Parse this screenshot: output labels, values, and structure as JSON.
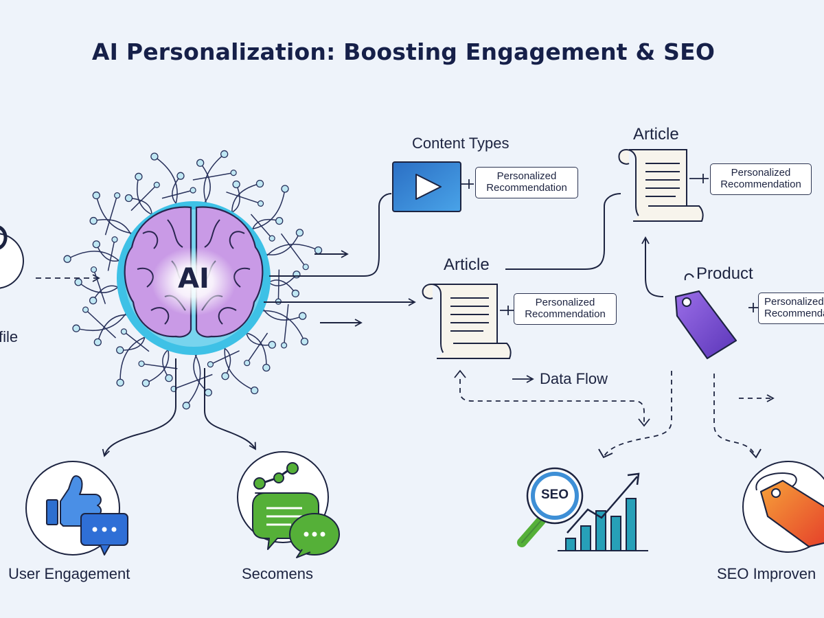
{
  "title": "AI Personalization: Boosting Engagement & SEO",
  "colors": {
    "background": "#eef3fa",
    "ink": "#1c2340",
    "brain": "#c99ae6",
    "brain_halo": "#3ec1e6",
    "video_tile": "#2f7fd0",
    "product_tag": "#7d4fd6",
    "seo_tag": "#ee5a2c",
    "chat_green": "#55b038",
    "chat_blue": "#3b82e0",
    "bars": "#27a0b8"
  },
  "nodes": {
    "user_profile_label": "file",
    "ai_label": "AI",
    "content_types_label": "Content Types",
    "article_top_label": "Article",
    "article_mid_label": "Article",
    "product_label": "Product",
    "data_flow_label": "Data Flow",
    "user_engagement_label": "User Engagement",
    "secomens_label": "Secomens",
    "seo_improvement_label": "SEO Improven",
    "seo_badge": "SEO"
  },
  "recommendations": [
    {
      "line1": "Personalized",
      "line2": "Recommendation"
    },
    {
      "line1": "Personalized",
      "line2": "Recommendation"
    },
    {
      "line1": "Personalized",
      "line2": "Recommendation"
    },
    {
      "line1": "Personalized",
      "line2": "Recommenda"
    }
  ],
  "icons": [
    "user-profile-icon",
    "brain-icon",
    "video-play-icon",
    "article-scroll-icon",
    "product-tag-icon",
    "thumbs-up-icon",
    "chat-bubble-icon",
    "share-network-icon",
    "seo-magnifier-icon",
    "growth-bar-chart-icon",
    "price-tag-icon"
  ]
}
